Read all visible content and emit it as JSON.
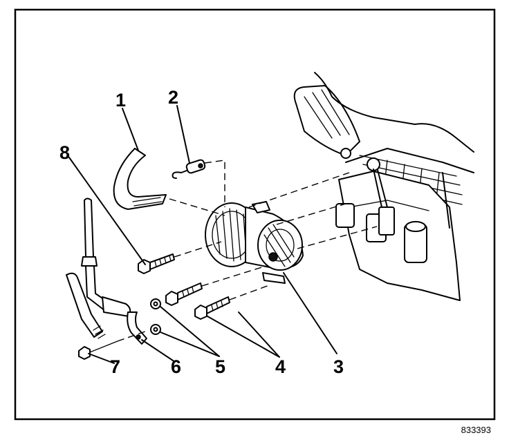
{
  "figure_id": "833393",
  "callouts": [
    {
      "id": "callout-1",
      "label": "1"
    },
    {
      "id": "callout-2",
      "label": "2"
    },
    {
      "id": "callout-3",
      "label": "3"
    },
    {
      "id": "callout-4",
      "label": "4"
    },
    {
      "id": "callout-5",
      "label": "5"
    },
    {
      "id": "callout-6",
      "label": "6"
    },
    {
      "id": "callout-7",
      "label": "7"
    },
    {
      "id": "callout-8",
      "label": "8"
    }
  ]
}
